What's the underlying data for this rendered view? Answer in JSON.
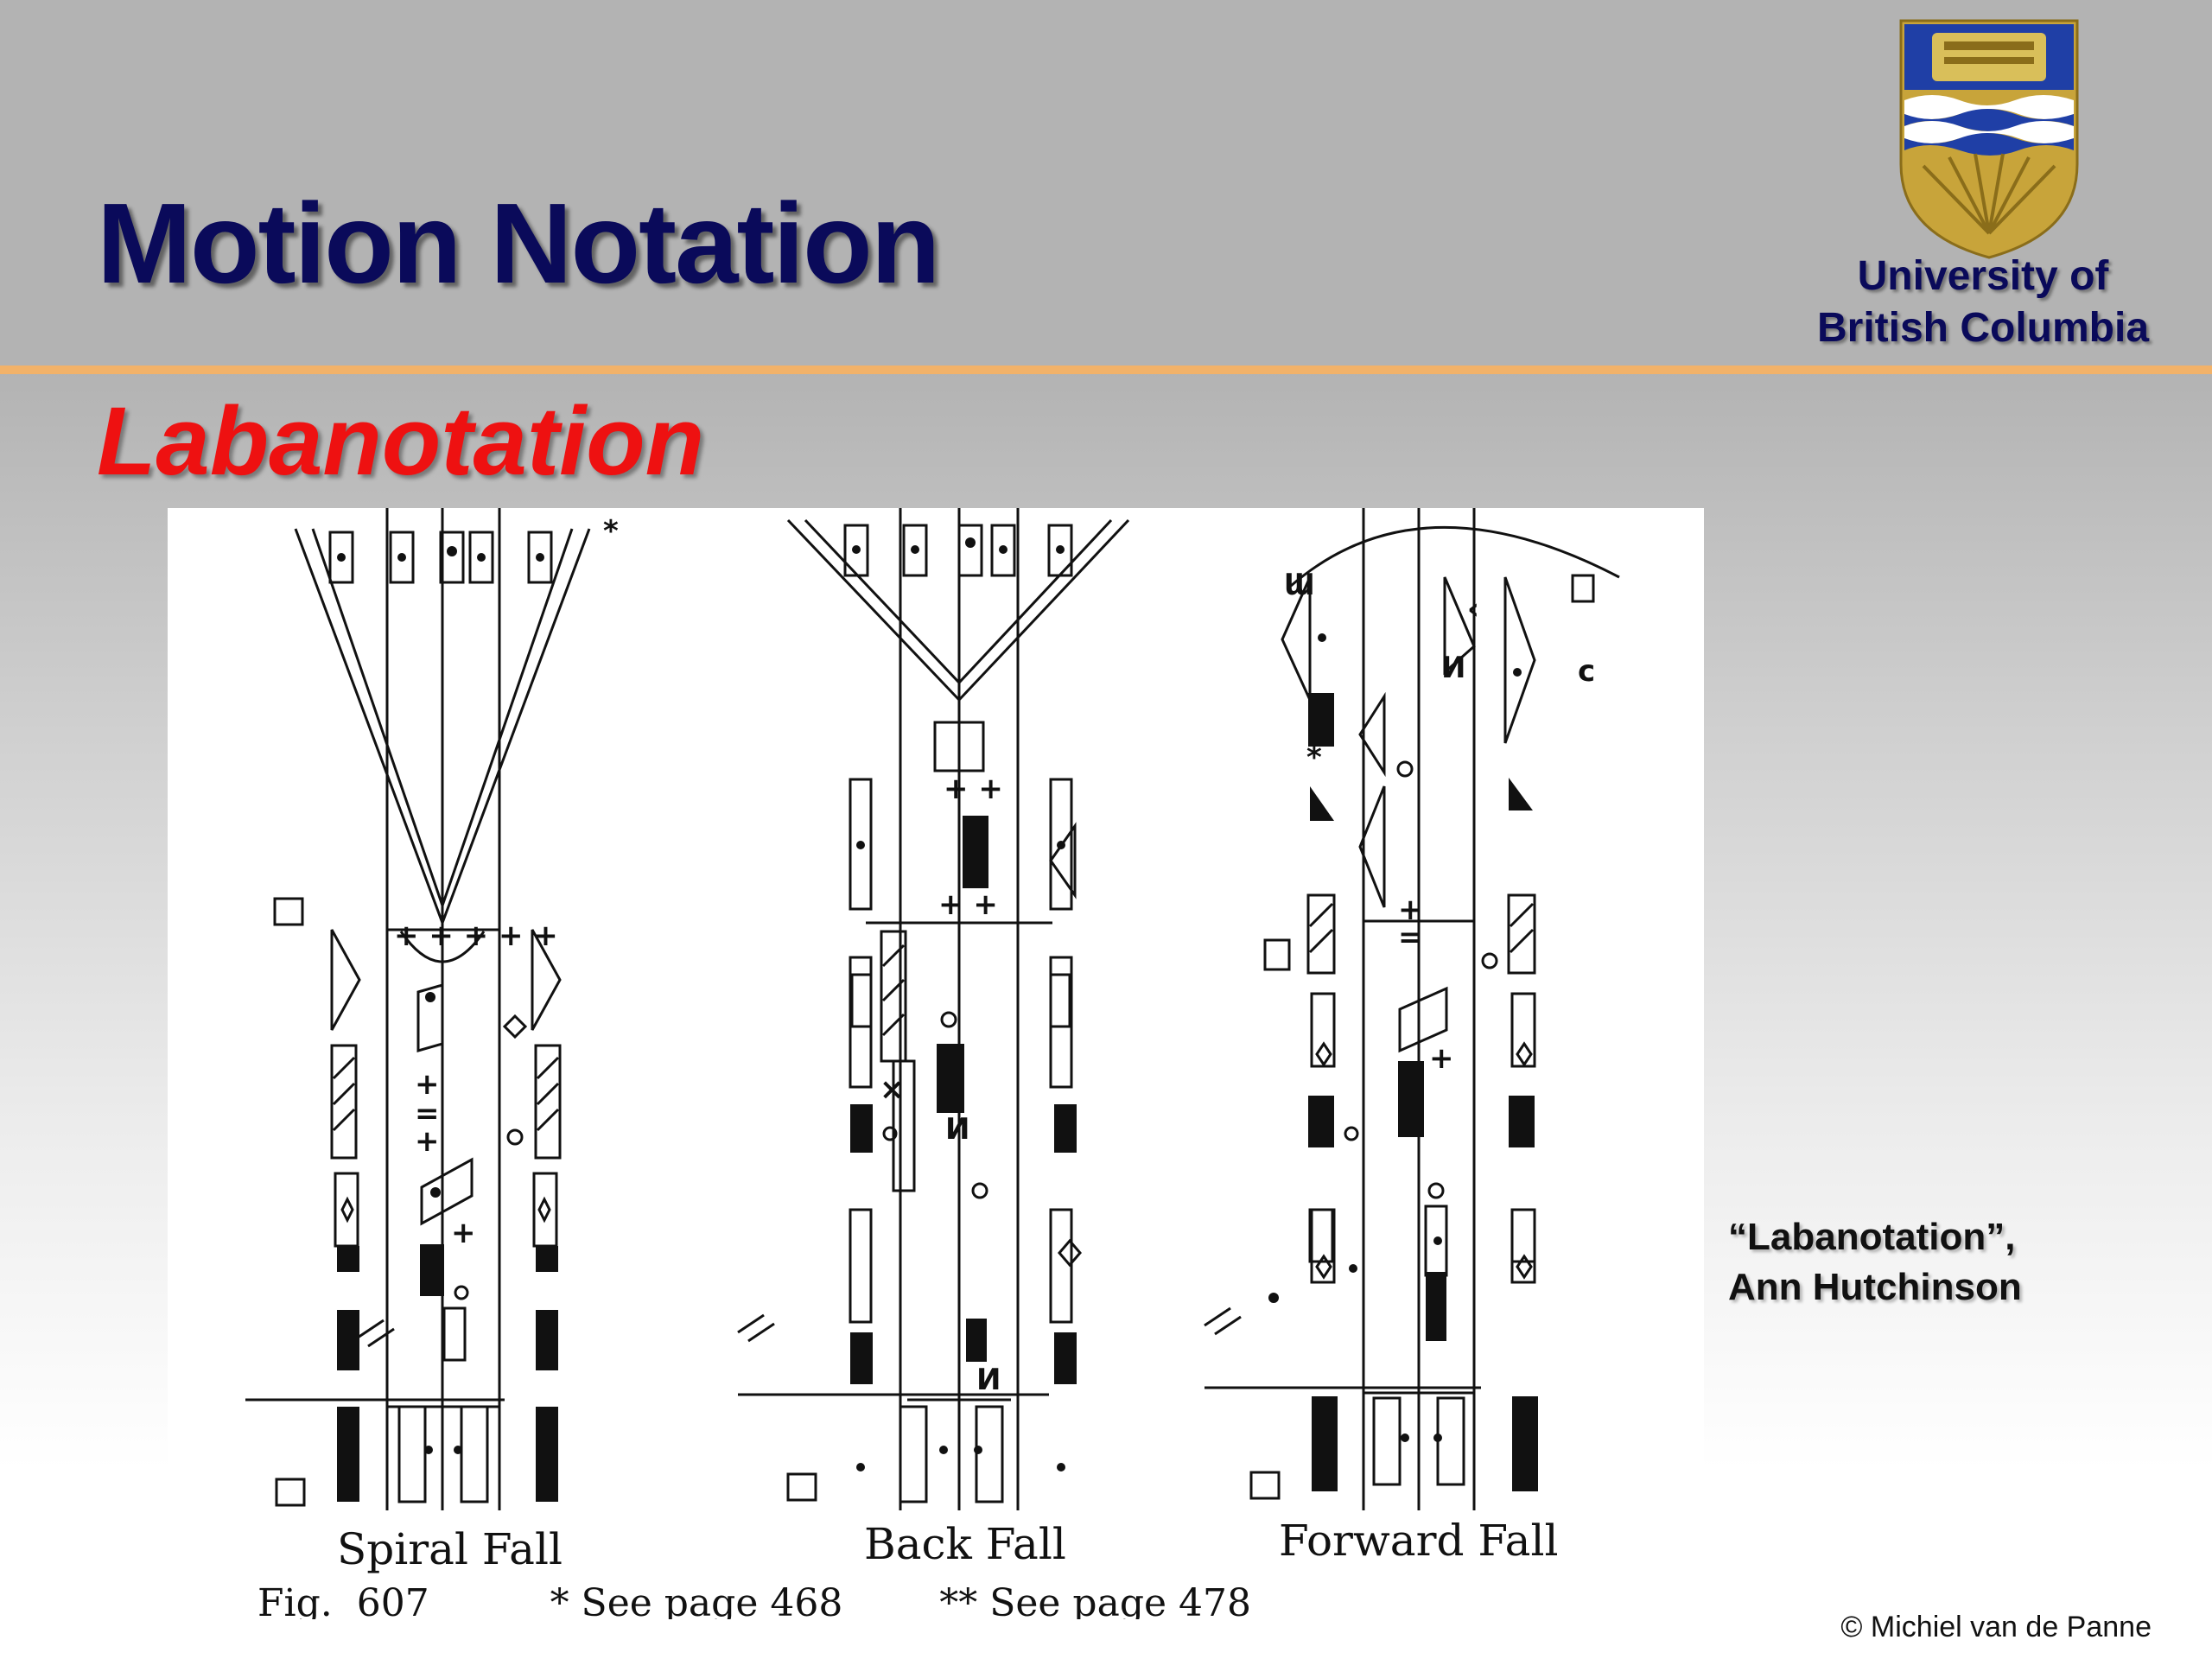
{
  "slide": {
    "title": "Motion Notation",
    "subtitle": "Labanotation"
  },
  "logo": {
    "line1": "University of",
    "line2": "British Columbia",
    "colors": {
      "blue": "#1f3fa6",
      "gold": "#c8a43a"
    }
  },
  "figure": {
    "captions": [
      "Spiral Fall",
      "Back Fall",
      "Forward Fall"
    ],
    "note": "Fig.  607          * See page 468        ** See page 478"
  },
  "credit": {
    "line1": "“Labanotation”,",
    "line2": "Ann Hutchinson"
  },
  "copyright": "© Michiel van de Panne"
}
